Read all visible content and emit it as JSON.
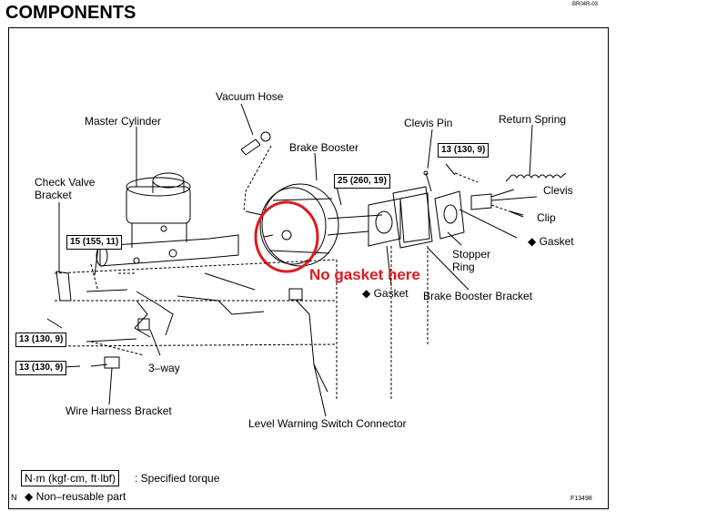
{
  "header": {
    "title": "COMPONENTS",
    "page_code": "BR04R-03"
  },
  "labels": {
    "vacuum_hose": "Vacuum Hose",
    "master_cylinder": "Master Cylinder",
    "brake_booster": "Brake Booster",
    "clevis_pin": "Clevis Pin",
    "return_spring": "Return Spring",
    "check_valve_bracket_1": "Check Valve",
    "check_valve_bracket_2": "Bracket",
    "clevis": "Clevis",
    "clip": "Clip",
    "gasket_right": "Gasket",
    "stopper_ring_1": "Stopper",
    "stopper_ring_2": "Ring",
    "gasket_mid": "Gasket",
    "brake_booster_bracket": "Brake Booster Bracket",
    "three_way": "3–way",
    "wire_harness_bracket": "Wire Harness Bracket",
    "level_warning_switch_connector": "Level Warning Switch Connector"
  },
  "torques": {
    "t_clevis": "13 (130, 9)",
    "t_booster": "25 (260, 19)",
    "t_master": "15 (155, 11)",
    "t_left_1": "13 (130, 9)",
    "t_left_2": "13 (130, 9)"
  },
  "annotation": {
    "note": "No gasket here",
    "color": "#e0191c"
  },
  "legend": {
    "unit_box": "N·m (kgf·cm, ft·lbf)",
    "unit_text": ": Specified torque",
    "nonreusable": "◆  Non–reusable part",
    "diamond": "◆",
    "n_mark": "N",
    "figure_code": "F13498"
  }
}
